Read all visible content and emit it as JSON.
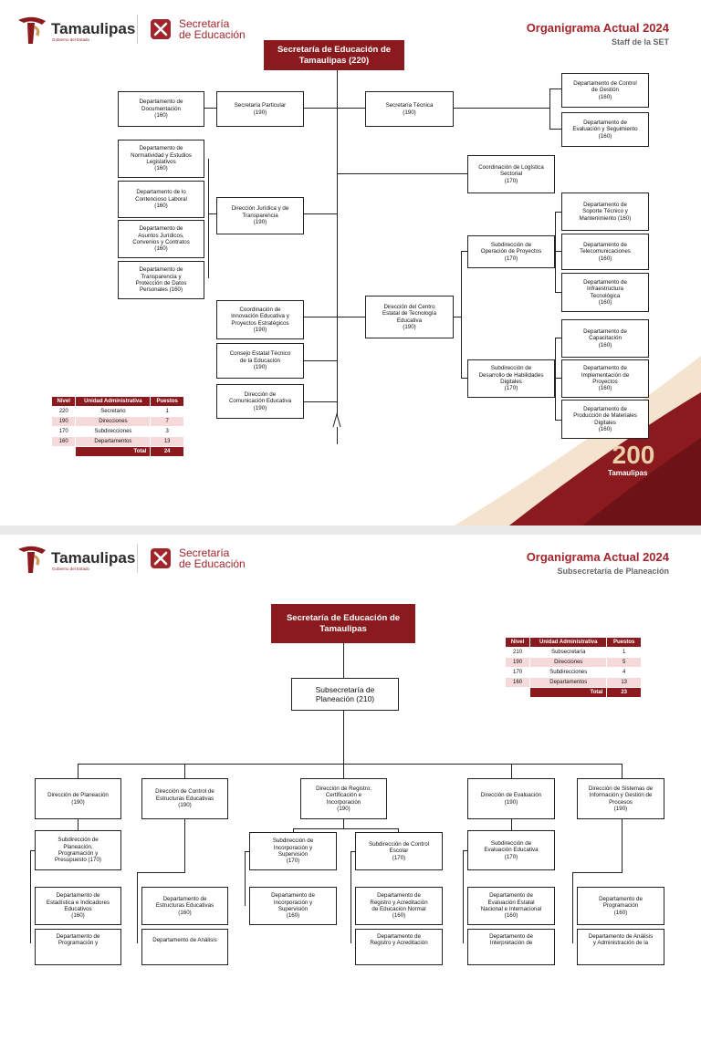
{
  "brand": {
    "logo_text": "Tamaulipas",
    "logo_sub": "Gobierno del Estado",
    "sec_line1": "Secretaría",
    "sec_line2": "de Educación",
    "corner_badge_text": "Tamaulipas",
    "colors": {
      "primary": "#8b1a1f",
      "accent": "#a3252b",
      "gold": "#c99a5b"
    }
  },
  "slide1": {
    "title": "Organigrama Actual 2024",
    "subtitle": "Staff de la SET",
    "root": [
      "Secretaría de Educación de",
      "Tamaulipas (220)"
    ],
    "boxes": {
      "particular": [
        "Secretaría Particular",
        "(190)"
      ],
      "documentacion": [
        "Departamento de",
        "Documentación",
        "(160)"
      ],
      "tecnica": [
        "Secretaría Técnica",
        "(190)"
      ],
      "control_gestion": [
        "Departamento de Control",
        "de Gestión",
        "(160)"
      ],
      "evaluacion_seg": [
        "Departamento de",
        "Evaluación y Seguimiento",
        "(160)"
      ],
      "juridica": [
        "Dirección Jurídica y de",
        "Transparencia",
        "(190)"
      ],
      "normatividad": [
        "Departamento de",
        "Normatividad y Estudios",
        "Legislativos",
        "(160)"
      ],
      "contencioso": [
        "Departamento de lo",
        "Contencioso Laboral",
        "(160)"
      ],
      "asuntos": [
        "Departamento de",
        "Asuntos Jurídicos,",
        "Convenios y Contratos",
        "(160)"
      ],
      "transparencia": [
        "Departamento de",
        "Transparencia y",
        "Protección de Datos",
        "Personales (160)"
      ],
      "logistica": [
        "Coordinación de Logística",
        "Sectorial",
        "(170)"
      ],
      "subdir_operacion": [
        "Subdirección de",
        "Operación de Proyectos",
        "(170)"
      ],
      "soporte": [
        "Departamento de",
        "Soporte Técnico y",
        "Mantenimiento (160)"
      ],
      "telecom": [
        "Departamento de",
        "Telecomunicaciones",
        "(160)"
      ],
      "infraestructura": [
        "Departamento de",
        "Infraestructura",
        "Tecnológica",
        "(160)"
      ],
      "innovacion": [
        "Coordinación de",
        "Innovación Educativa y",
        "Proyectos Estratégicos",
        "(190)"
      ],
      "centro_tec": [
        "Dirección del Centro",
        "Estatal de Tecnología",
        "Educativa",
        "(190)"
      ],
      "consejo": [
        "Consejo Estatal Técnico",
        "de la Educación",
        "(190)"
      ],
      "comunicacion": [
        "Dirección de",
        "Comunicación Educativa",
        "(190)"
      ],
      "subdir_habilidades": [
        "Subdirección de",
        "Desarrollo de Habilidades",
        "Digitales",
        "(170)"
      ],
      "capacitacion": [
        "Departamento de",
        "Capacitación",
        "(160)"
      ],
      "implementacion": [
        "Departamento de",
        "Implementación de",
        "Proyectos",
        "(160)"
      ],
      "produccion": [
        "Departamento de",
        "Producción de Materiales",
        "Digitales",
        "(160)"
      ]
    },
    "table": {
      "headers": [
        "Nivel",
        "Unidad Administrativa",
        "Puestos"
      ],
      "rows": [
        [
          "220",
          "Secretario",
          "1"
        ],
        [
          "190",
          "Direcciones",
          "7"
        ],
        [
          "170",
          "Subdirecciones",
          "3"
        ],
        [
          "160",
          "Departamentos",
          "13"
        ]
      ],
      "total_label": "Total",
      "total_value": "24"
    }
  },
  "slide2": {
    "title": "Organigrama Actual 2024",
    "subtitle": "Subsecretaría de Planeación",
    "root": [
      "Secretaría de Educación de",
      "Tamaulipas"
    ],
    "subsec": [
      "Subsecretaría de",
      "Planeación (210)"
    ],
    "boxes": {
      "planeacion": [
        "Dirección de Planeación",
        "(190)"
      ],
      "control_estructuras": [
        "Dirección de Control de",
        "Estructuras Educativas",
        "(190)"
      ],
      "registro": [
        "Dirección de Registro,",
        "Certificación e",
        "Incorporación",
        "(190)"
      ],
      "evaluacion": [
        "Dirección de Evaluación",
        "(190)"
      ],
      "sistemas": [
        "Dirección de Sistemas de",
        "Información y Gestión de",
        "Procesos",
        "(190)"
      ],
      "subdir_planeacion": [
        "Subdirección de",
        "Planeación,",
        "Programación y",
        "Presupuesto (170)"
      ],
      "subdir_incorporacion": [
        "Subdirección de",
        "Incorporación y",
        "Supervisión",
        "(170)"
      ],
      "subdir_control_escolar": [
        "Subdirección de Control",
        "Escolar",
        "(170)"
      ],
      "subdir_evaluacion": [
        "Subdirección de",
        "Evaluación Educativa",
        "(170)"
      ],
      "depto_estadistica": [
        "Departamento de",
        "Estadística e Indicadores",
        "Educativos",
        "(160)"
      ],
      "depto_estructuras": [
        "Departamento de",
        "Estructuras Educativas",
        "(160)"
      ],
      "depto_incorporacion": [
        "Departamento de",
        "Incorporación y",
        "Supervisión",
        "(160)"
      ],
      "depto_registro": [
        "Departamento de",
        "Registro y Acreditación",
        "de Educación Normal",
        "(160)"
      ],
      "depto_eval_estatal": [
        "Departamento de",
        "Evaluación Estatal",
        "Nacional e Internacional",
        "(160)"
      ],
      "depto_programacion": [
        "Departamento de",
        "Programación",
        "(160)"
      ],
      "cut_1": [
        "Departamento de",
        "Programación y"
      ],
      "cut_2": [
        "Departamento de Análisis"
      ],
      "cut_3": [
        "Departamento de",
        "Registro y Acreditación"
      ],
      "cut_4": [
        "Departamento de",
        "Interpretación de"
      ],
      "cut_5": [
        "Departamento de Análisis",
        "y Administración de la"
      ]
    },
    "table": {
      "headers": [
        "Nivel",
        "Unidad Administrativa",
        "Puestos"
      ],
      "rows": [
        [
          "210",
          "Subsecretaría",
          "1"
        ],
        [
          "190",
          "Direcciones",
          "5"
        ],
        [
          "170",
          "Subdirecciones",
          "4"
        ],
        [
          "160",
          "Departamentos",
          "13"
        ]
      ],
      "total_label": "Total",
      "total_value": "23"
    }
  }
}
